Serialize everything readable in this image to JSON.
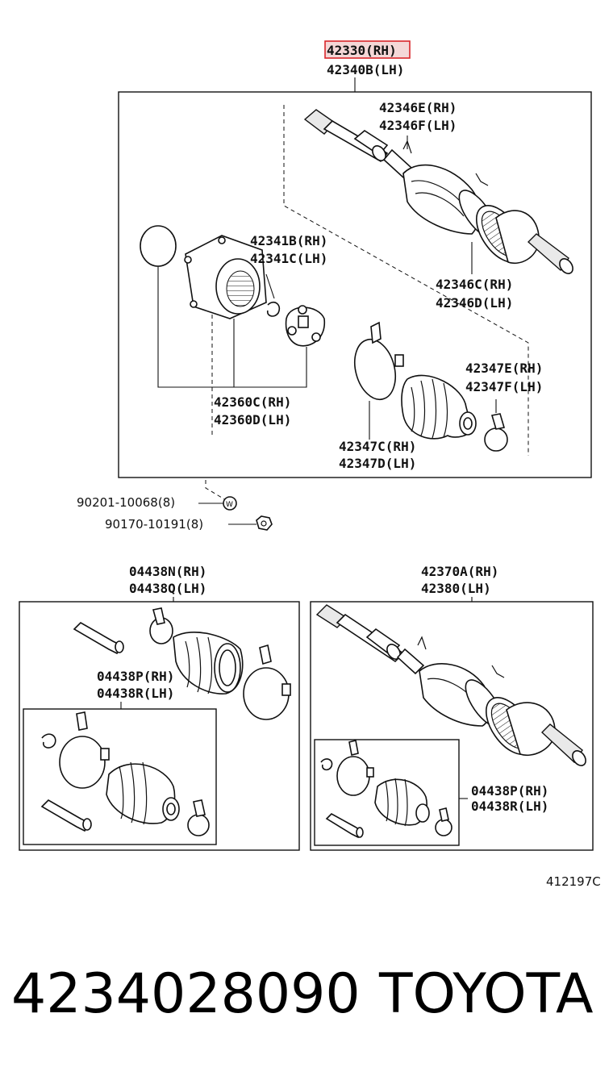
{
  "diagram_id": "412197C",
  "part_number": "4234028090",
  "brand": "TOYOTA",
  "highlight_color": "#d9262b",
  "labels": {
    "main_rh": "42330(RH)",
    "main_lh": "42340B(LH)",
    "p42346e": "42346E(RH)",
    "p42346f": "42346F(LH)",
    "p42341b": "42341B(RH)",
    "p42341c": "42341C(LH)",
    "p42346c": "42346C(RH)",
    "p42346d": "42346D(LH)",
    "p42347e": "42347E(RH)",
    "p42347f": "42347F(LH)",
    "p42360c": "42360C(RH)",
    "p42360d": "42360D(LH)",
    "p42347c": "42347C(RH)",
    "p42347d": "42347D(LH)",
    "bolt": "90201-10068(8)",
    "nut": "90170-10191(8)",
    "kit_n": "04438N(RH)",
    "kit_q": "04438Q(LH)",
    "kit_p1": "04438P(RH)",
    "kit_r1": "04438R(LH)",
    "shaft_a": "42370A(RH)",
    "shaft_b": "42380(LH)",
    "kit_p2": "04438P(RH)",
    "kit_r2": "04438R(LH)"
  }
}
